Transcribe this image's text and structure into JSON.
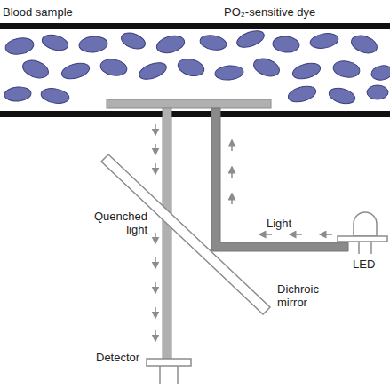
{
  "diagram": {
    "labels": [
      "Blood sample",
      "PO₂-sensitive dye",
      "Light",
      "LED",
      "Quenched light",
      "Dichroic mirror",
      "Detector"
    ]
  }
}
